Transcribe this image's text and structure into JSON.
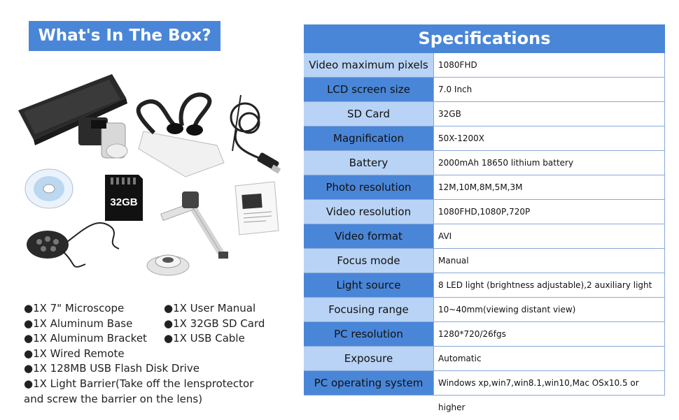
{
  "box": {
    "title": "What's In The Box?",
    "sd_label": "32GB",
    "items": [
      "●1X 7\" Microscope",
      "●1X User Manual",
      "●1X Aluminum Base",
      "●1X 32GB SD Card",
      "●1X Aluminum Bracket",
      "●1X USB Cable",
      "●1X Wired Remote",
      "●1X 128MB USB Flash Disk Drive",
      "●1X Light Barrier(Take off the lensprotector and screw the barrier on the lens)"
    ]
  },
  "specs": {
    "title": "Specifications",
    "rows": [
      {
        "label": "Video maximum pixels",
        "value": "1080FHD"
      },
      {
        "label": "LCD screen size",
        "value": "7.0 Inch"
      },
      {
        "label": "SD Card",
        "value": "32GB"
      },
      {
        "label": "Magnification",
        "value": "50X-1200X"
      },
      {
        "label": "Battery",
        "value": "2000mAh 18650 lithium battery"
      },
      {
        "label": "Photo resolution",
        "value": "12M,10M,8M,5M,3M"
      },
      {
        "label": "Video resolution",
        "value": "1080FHD,1080P,720P"
      },
      {
        "label": "Video format",
        "value": "AVI"
      },
      {
        "label": "Focus mode",
        "value": "Manual"
      },
      {
        "label": "Light source",
        "value": "8 LED light (brightness adjustable),2 auxiliary light"
      },
      {
        "label": "Focusing range",
        "value": "10~40mm(viewing distant view)"
      },
      {
        "label": "PC resolution",
        "value": "1280*720/26fgs"
      },
      {
        "label": "Exposure",
        "value": "Automatic"
      },
      {
        "label": "PC operating system",
        "value": "Windows xp,win7,win8.1,win10,Mac OSx10.5 or higher"
      }
    ]
  }
}
